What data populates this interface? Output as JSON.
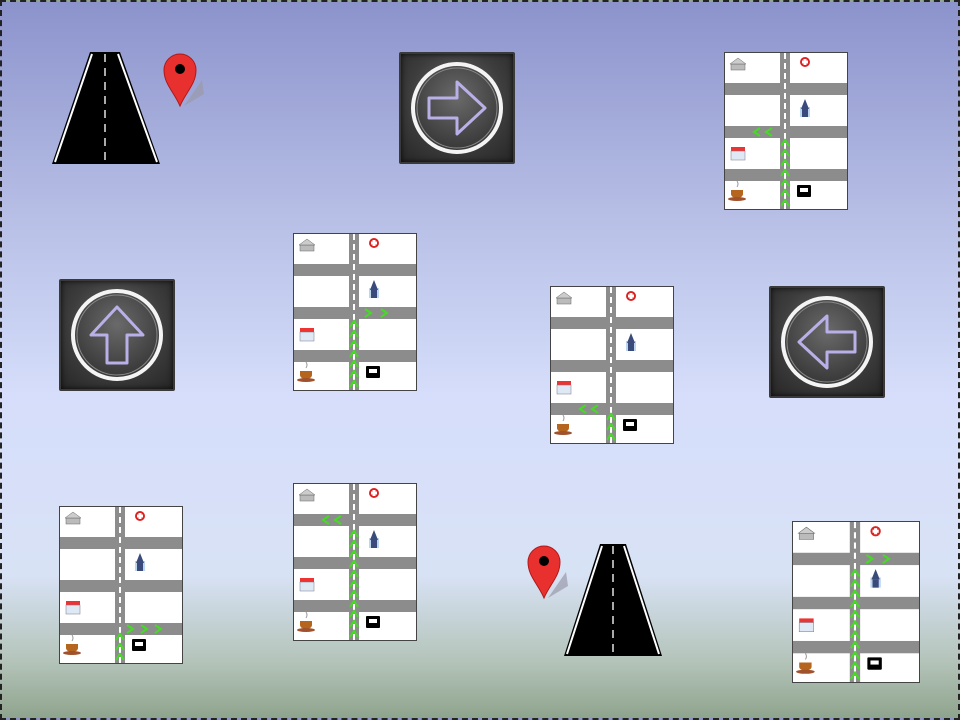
{
  "scene": {
    "pieces": [
      {
        "id": "road-1",
        "kind": "road"
      },
      {
        "id": "pin-1",
        "kind": "pin"
      },
      {
        "id": "arrow-right",
        "kind": "arrow",
        "direction": "right",
        "icon": "arrow-right-icon"
      },
      {
        "id": "map-1",
        "kind": "map",
        "route": "up-then-left-top"
      },
      {
        "id": "arrow-up",
        "kind": "arrow",
        "direction": "up",
        "icon": "arrow-up-icon"
      },
      {
        "id": "map-2",
        "kind": "map",
        "route": "up-then-right-middle"
      },
      {
        "id": "map-3",
        "kind": "map",
        "route": "up-then-left-bottom"
      },
      {
        "id": "arrow-left",
        "kind": "arrow",
        "direction": "left",
        "icon": "arrow-left-icon"
      },
      {
        "id": "map-4",
        "kind": "map",
        "route": "right-bottom"
      },
      {
        "id": "map-5",
        "kind": "map",
        "route": "up-then-left-upper"
      },
      {
        "id": "pin-2",
        "kind": "pin"
      },
      {
        "id": "road-2",
        "kind": "road"
      },
      {
        "id": "map-6",
        "kind": "map",
        "route": "up-then-right-top"
      }
    ]
  },
  "map_icons": [
    "bank-icon",
    "hospital-icon",
    "church-icon",
    "store-icon",
    "coffee-cup-icon",
    "train-icon"
  ],
  "colors": {
    "road": "#000000",
    "route_arrow": "#44dd22",
    "street": "#8c8c8c",
    "pin": "#e8312f",
    "hospital": "#dd2222"
  }
}
